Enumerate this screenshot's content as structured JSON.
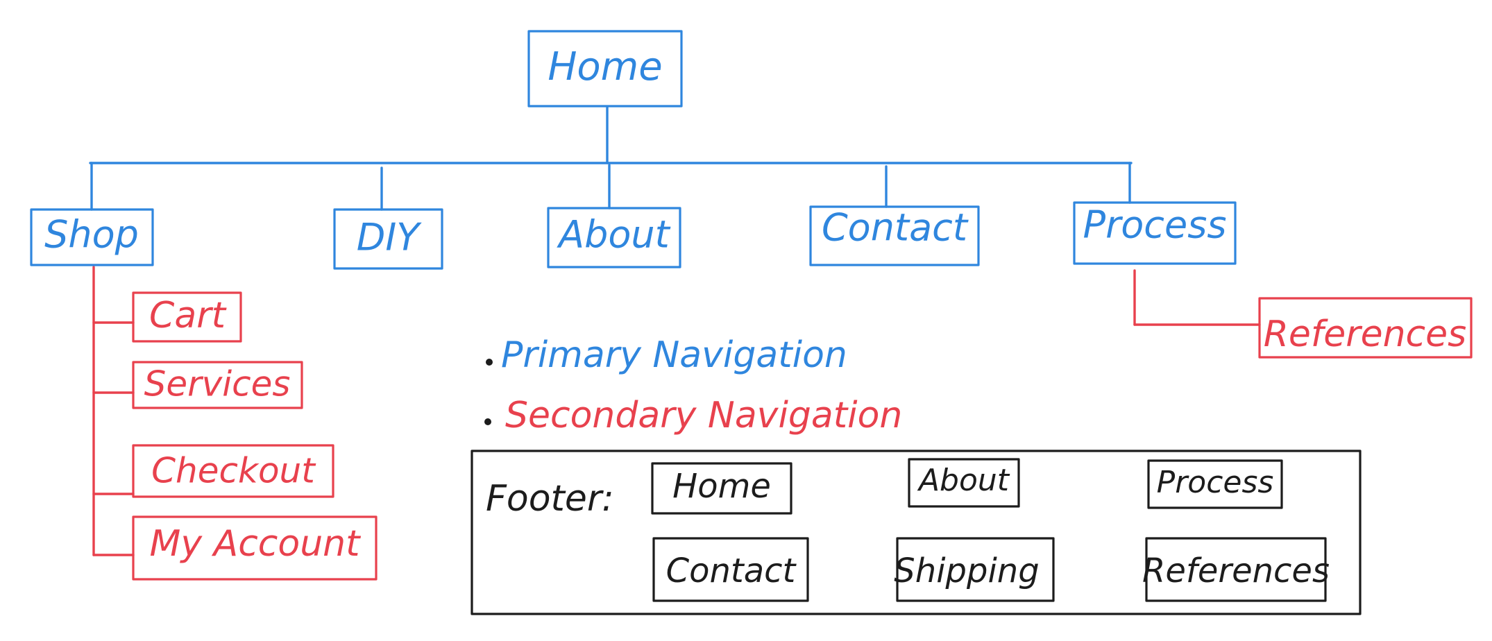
{
  "colors": {
    "primary": "#2f86de",
    "secondary": "#e8414d",
    "footer": "#1c1c1c"
  },
  "root": {
    "label": "Home"
  },
  "primary_nav": [
    {
      "label": "Shop"
    },
    {
      "label": "DIY"
    },
    {
      "label": "About"
    },
    {
      "label": "Contact"
    },
    {
      "label": "Process"
    }
  ],
  "shop_children": [
    {
      "label": "Cart"
    },
    {
      "label": "Services"
    },
    {
      "label": "Checkout"
    },
    {
      "label": "My Account"
    }
  ],
  "process_children": [
    {
      "label": "References"
    }
  ],
  "legend": {
    "primary": "Primary Navigation",
    "secondary": "Secondary Navigation"
  },
  "footer": {
    "title": "Footer:",
    "items": [
      {
        "label": "Home"
      },
      {
        "label": "About"
      },
      {
        "label": "Process"
      },
      {
        "label": "Contact"
      },
      {
        "label": "Shipping"
      },
      {
        "label": "References"
      }
    ]
  }
}
